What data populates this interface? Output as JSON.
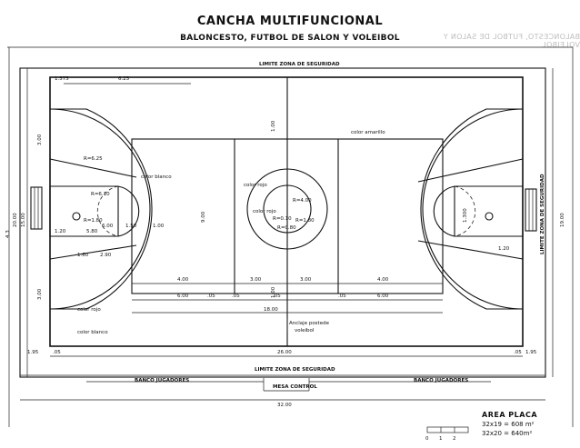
{
  "header": {
    "title": "CANCHA MULTIFUNCIONAL",
    "subtitle": "BALONCESTO, FUTBOL DE SALON Y VOLEIBOL",
    "mirrored_text": "BALONCESTO, FUTBOL DE SALON Y VOLEIBOL"
  },
  "zones": {
    "top_safety": "LIMITE ZONA DE SEGURIDAD",
    "bottom_safety": "LIMITE ZONA DE SEGURIDAD",
    "right_safety": "LIMITE ZONA DE SEGURIDAD"
  },
  "benches": {
    "left": "BANCO JUGADORES",
    "right": "BANCO JUGADORES",
    "table": "MESA CONTROL"
  },
  "labels": {
    "color_amarillo": "color amarillo",
    "color_blanco_1": "color blanco",
    "color_blanco_2": "color blanco",
    "color_rojo_1": "color rojo",
    "color_rojo_2": "color rojo",
    "color_rojo_3": "color rojo",
    "anclaje": "Anclaje postede",
    "voleibol": "voleibol"
  },
  "dimensions": {
    "top_1": "1.575",
    "top_2": "6.25",
    "len_26": "26.00",
    "len_32": "32.00",
    "len_18": "18.00",
    "w_15": "15.00",
    "w_19": "19.00",
    "w_20": "20.00",
    "side_4_3": "4.3",
    "d_400_a": "4.00",
    "d_300_a": "3.00",
    "d_300_b": "3.00",
    "d_400_b": "4.00",
    "d_600_a": "6.00",
    "d_600_b": "6.00",
    "d_05_a": ".05",
    "d_05_b": ".05",
    "d_05_c": ".05",
    "d_05_d": ".05",
    "d_195_a": "1.95",
    "d_195_b": "1.95",
    "d_05_l": ".05",
    "d_05_r": ".05",
    "d_580": "5.80",
    "d_120_a": "1.20",
    "d_120_b": "1.20",
    "d_150": "1.50",
    "d_100": "1.00",
    "d_600_c": "6.00",
    "d_900": "9.00",
    "d_1300": "1.300",
    "r_625": "R=6.25",
    "r_180": "R=1.80",
    "r_080": "R=0.80",
    "r_400": "R=4.00",
    "r_010": "R=0.10",
    "r_180b": "R=1.80",
    "r_610": "R=6.10",
    "d_2_90": "2.90",
    "d_1_60": "1.60",
    "d_3_00v": "3.00",
    "d_3_00v2": "3.00",
    "d_1_00v": "1.00",
    "d_1_00v2": "1.00"
  },
  "area": {
    "heading": "AREA PLACA",
    "line1": "32x19 = 608 m²",
    "line2": "32x20 = 640m²"
  },
  "scale": {
    "ticks": [
      "0",
      "1",
      "2"
    ]
  }
}
